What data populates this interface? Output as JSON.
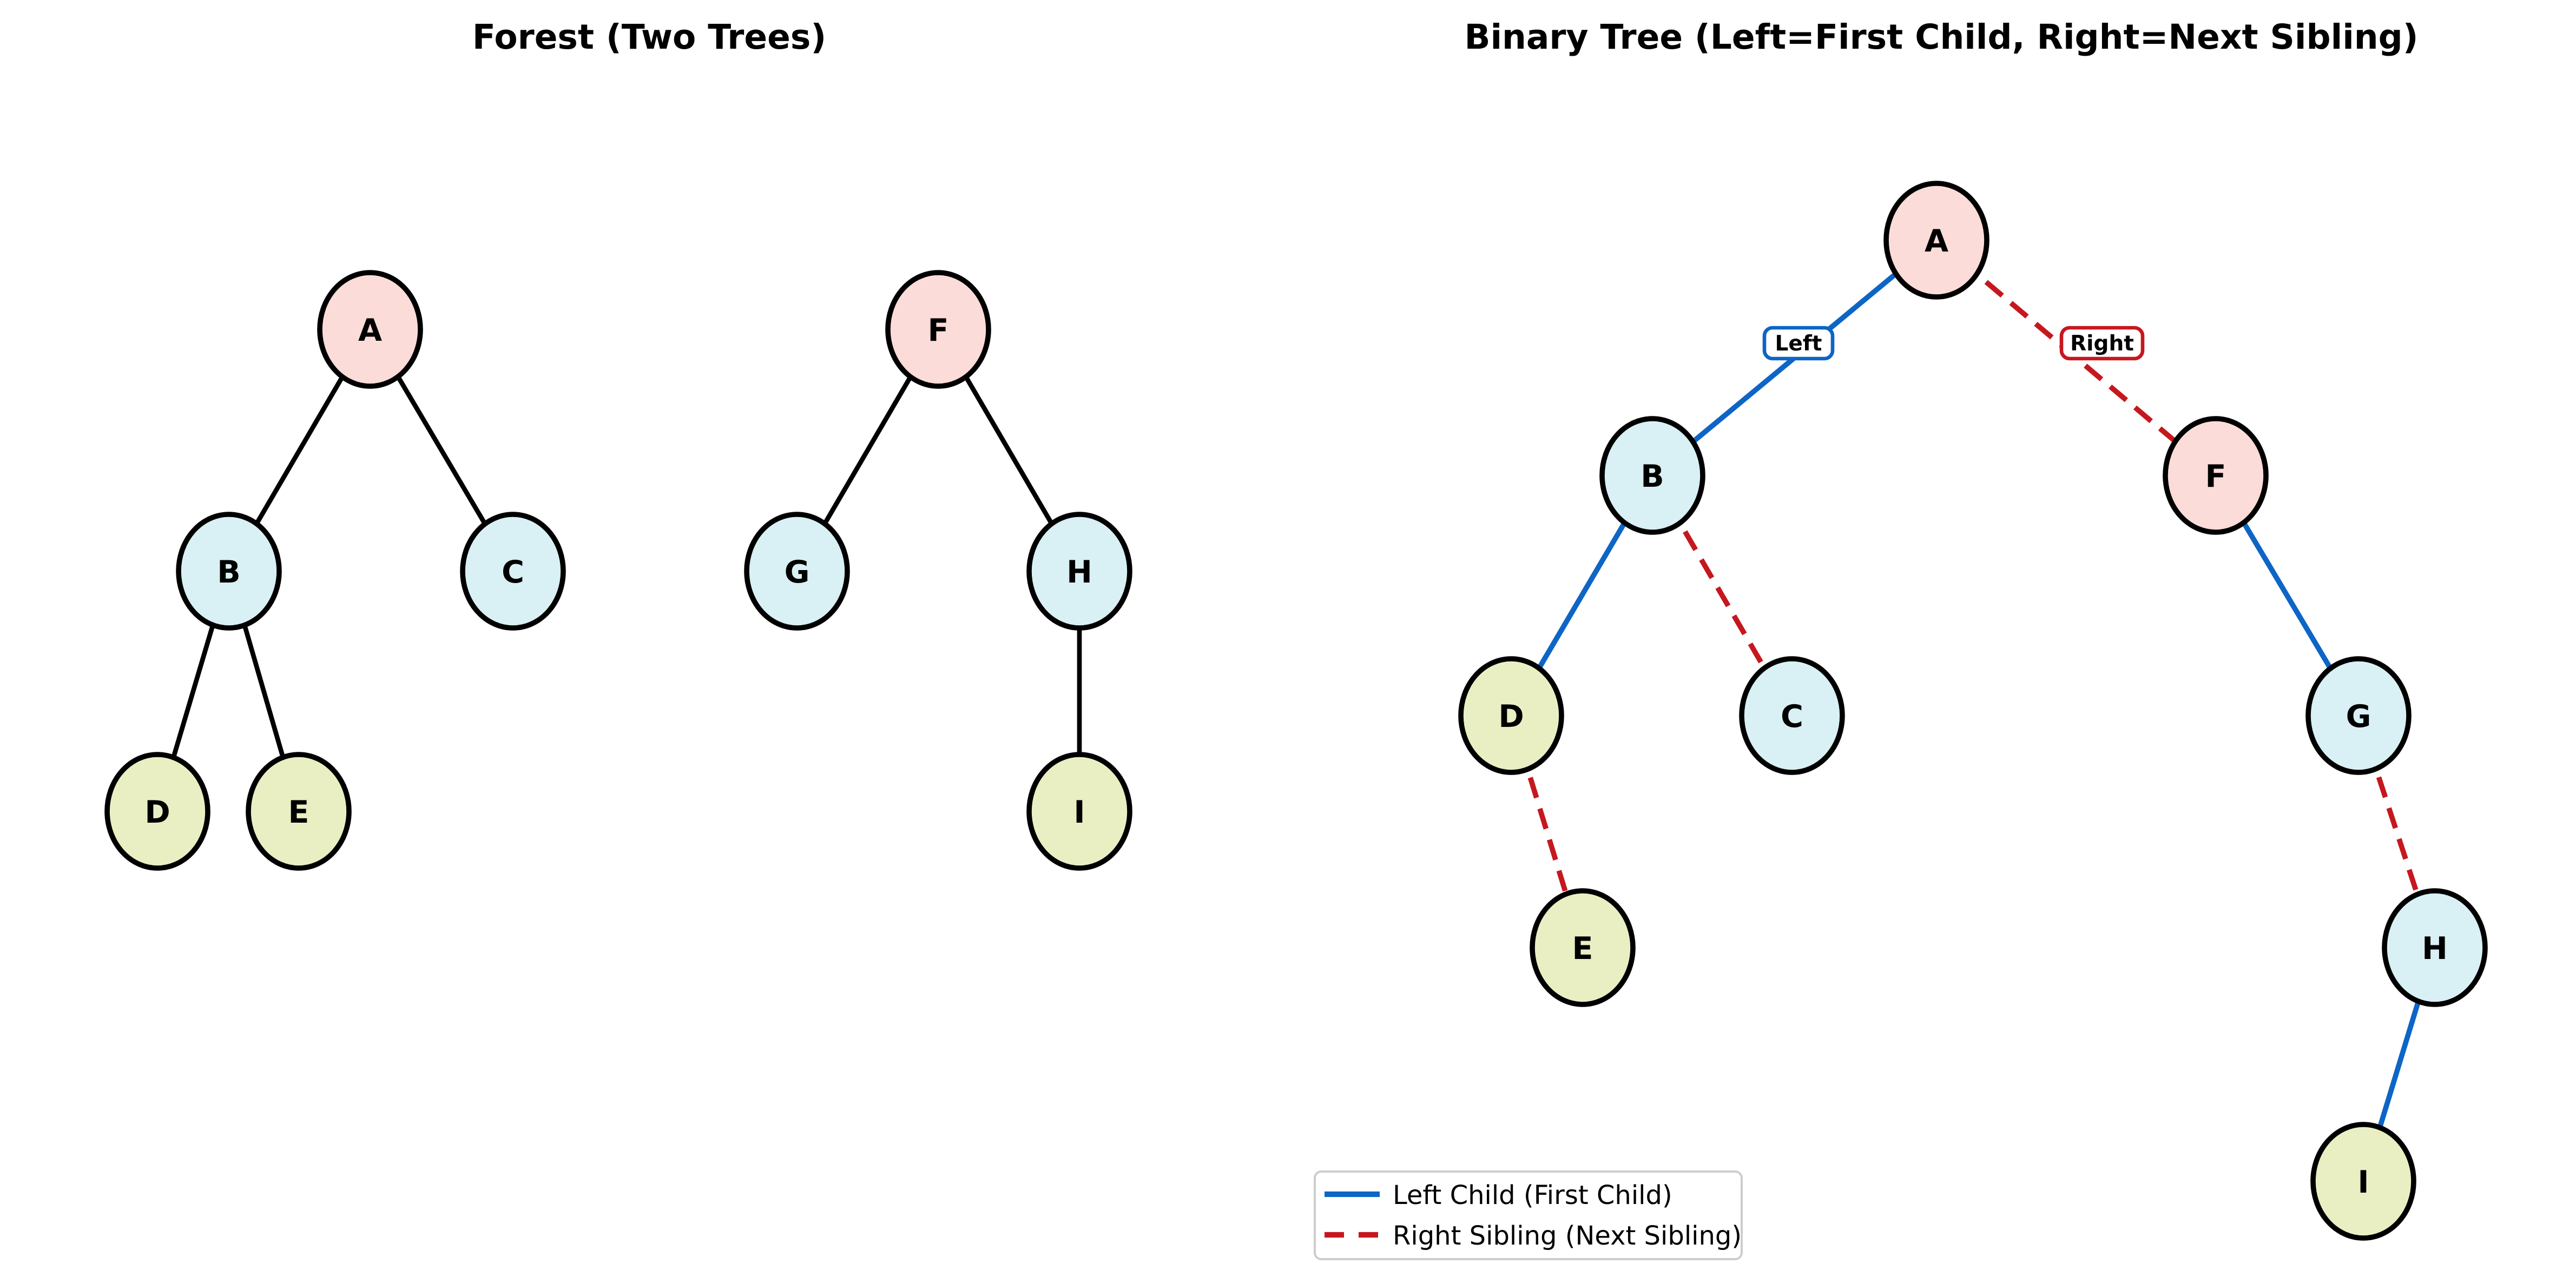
{
  "figure": {
    "left_panel": {
      "title": "Forest (Two Trees)",
      "trees": [
        {
          "root": "A",
          "edges": [
            [
              "A",
              "B"
            ],
            [
              "A",
              "C"
            ],
            [
              "B",
              "D"
            ],
            [
              "B",
              "E"
            ]
          ]
        },
        {
          "root": "F",
          "edges": [
            [
              "F",
              "G"
            ],
            [
              "F",
              "H"
            ],
            [
              "H",
              "I"
            ]
          ]
        }
      ]
    },
    "right_panel": {
      "title": "Binary Tree (Left=First Child, Right=Next Sibling)",
      "left_child_edges": [
        [
          "A",
          "B"
        ],
        [
          "B",
          "D"
        ],
        [
          "F",
          "G"
        ],
        [
          "H",
          "I"
        ]
      ],
      "right_sibling_edges": [
        [
          "A",
          "F"
        ],
        [
          "B",
          "C"
        ],
        [
          "D",
          "E"
        ],
        [
          "G",
          "H"
        ]
      ]
    },
    "node_labels": {
      "A": "A",
      "B": "B",
      "C": "C",
      "D": "D",
      "E": "E",
      "F": "F",
      "G": "G",
      "H": "H",
      "I": "I"
    },
    "edge_badges": {
      "left": "Left",
      "right": "Right"
    },
    "legend": {
      "items": [
        {
          "label": "Left Child (First Child)",
          "style": "solid",
          "color": "#0D65C6"
        },
        {
          "label": "Right Sibling (Next Sibling)",
          "style": "dashed",
          "color": "#C5181E"
        }
      ]
    },
    "colors": {
      "root_fill": "#FBDCD8",
      "internal_fill": "#D9F0F4",
      "leaf_fill": "#E9EFC3",
      "node_stroke": "#000000",
      "edge_black": "#000000",
      "left_child_blue": "#0D65C6",
      "right_sibling_red": "#C5181E",
      "badge_bg": "#FFFFFF",
      "legend_border": "#CCCCCC",
      "background": "#FFFFFF"
    }
  }
}
